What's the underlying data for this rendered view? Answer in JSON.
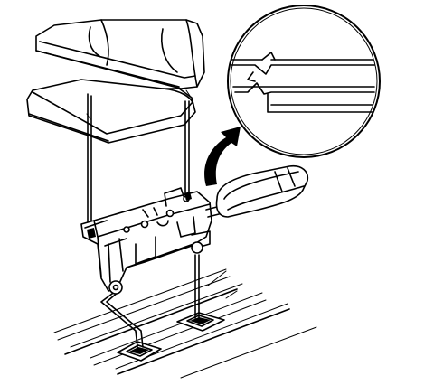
{
  "figure": {
    "kind": "exploded-view line illustration",
    "colors": {
      "line": "#000000",
      "background": "#ffffff"
    },
    "parts": [
      "seat-cushion",
      "seat-back",
      "seat-riser-frame",
      "release-handle",
      "floor-anchor-front",
      "floor-anchor-rear",
      "detail-magnifier",
      "direction-arrow"
    ]
  }
}
